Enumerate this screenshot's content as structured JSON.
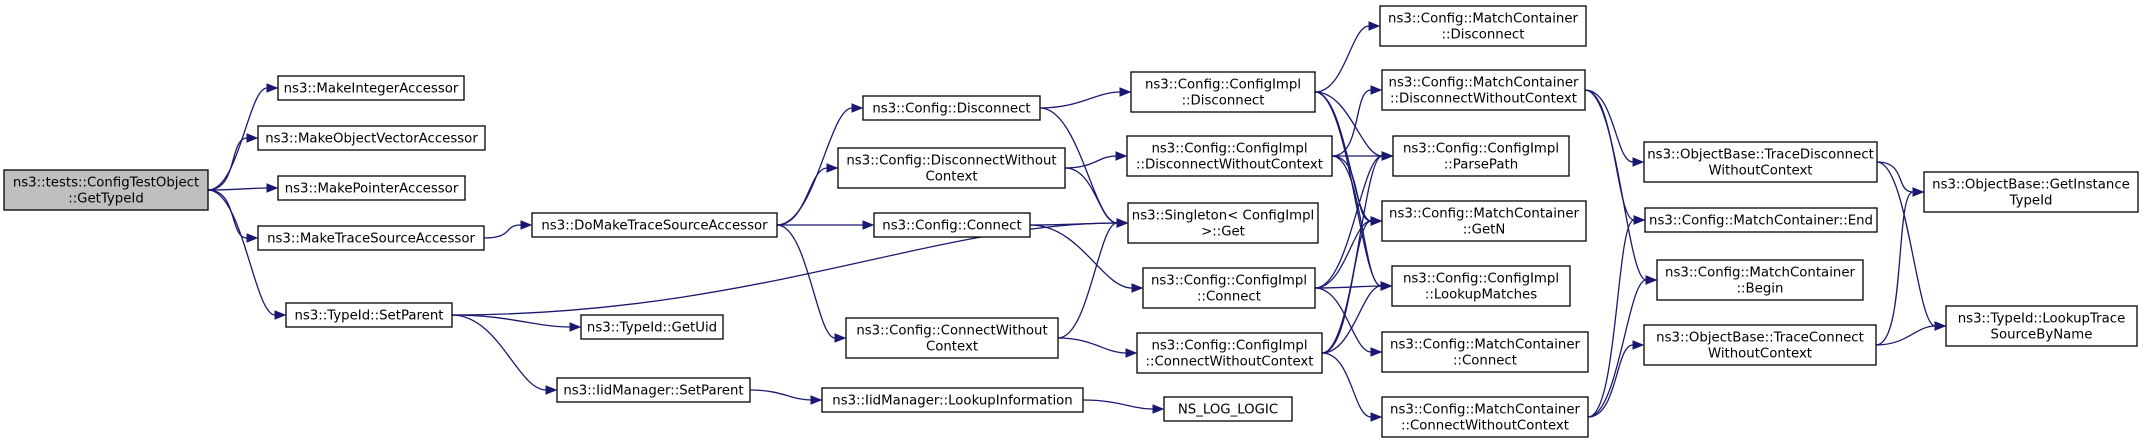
{
  "graph": {
    "edge_color": "#191970",
    "root_fill": "#bfbfbf",
    "nodes": [
      {
        "id": "root",
        "lines": [
          "ns3::tests::ConfigTestObject",
          "::GetTypeId"
        ],
        "root": true
      },
      {
        "id": "makeInt",
        "lines": [
          "ns3::MakeIntegerAccessor"
        ]
      },
      {
        "id": "makeObjVec",
        "lines": [
          "ns3::MakeObjectVectorAccessor"
        ]
      },
      {
        "id": "makePtr",
        "lines": [
          "ns3::MakePointerAccessor"
        ]
      },
      {
        "id": "makeTrace",
        "lines": [
          "ns3::MakeTraceSourceAccessor"
        ]
      },
      {
        "id": "tidSetParent",
        "lines": [
          "ns3::TypeId::SetParent"
        ]
      },
      {
        "id": "doMake",
        "lines": [
          "ns3::DoMakeTraceSourceAccessor"
        ]
      },
      {
        "id": "getUid",
        "lines": [
          "ns3::TypeId::GetUid"
        ]
      },
      {
        "id": "iidSetParent",
        "lines": [
          "ns3::IidManager::SetParent"
        ]
      },
      {
        "id": "cfgDisconnect",
        "lines": [
          "ns3::Config::Disconnect"
        ]
      },
      {
        "id": "cfgDisconnectWC",
        "lines": [
          "ns3::Config::DisconnectWithout",
          "Context"
        ]
      },
      {
        "id": "cfgConnect",
        "lines": [
          "ns3::Config::Connect"
        ]
      },
      {
        "id": "cfgConnectWC",
        "lines": [
          "ns3::Config::ConnectWithout",
          "Context"
        ]
      },
      {
        "id": "lookupInfo",
        "lines": [
          "ns3::IidManager::LookupInformation"
        ]
      },
      {
        "id": "implDisconnect",
        "lines": [
          "ns3::Config::ConfigImpl",
          "::Disconnect"
        ]
      },
      {
        "id": "implDisconnectWC",
        "lines": [
          "ns3::Config::ConfigImpl",
          "::DisconnectWithoutContext"
        ]
      },
      {
        "id": "singletonGet",
        "lines": [
          "ns3::Singleton< ConfigImpl",
          " >::Get"
        ]
      },
      {
        "id": "implConnect",
        "lines": [
          "ns3::Config::ConfigImpl",
          "::Connect"
        ]
      },
      {
        "id": "implConnectWC",
        "lines": [
          "ns3::Config::ConfigImpl",
          "::ConnectWithoutContext"
        ]
      },
      {
        "id": "nsLogLogic",
        "lines": [
          "NS_LOG_LOGIC"
        ]
      },
      {
        "id": "mcDisconnect",
        "lines": [
          "ns3::Config::MatchContainer",
          "::Disconnect"
        ]
      },
      {
        "id": "mcDisconnectWC",
        "lines": [
          "ns3::Config::MatchContainer",
          "::DisconnectWithoutContext"
        ]
      },
      {
        "id": "parsePath",
        "lines": [
          "ns3::Config::ConfigImpl",
          "::ParsePath"
        ]
      },
      {
        "id": "mcGetN",
        "lines": [
          "ns3::Config::MatchContainer",
          "::GetN"
        ]
      },
      {
        "id": "lookupMatches",
        "lines": [
          "ns3::Config::ConfigImpl",
          "::LookupMatches"
        ]
      },
      {
        "id": "mcConnect",
        "lines": [
          "ns3::Config::MatchContainer",
          "::Connect"
        ]
      },
      {
        "id": "mcConnectWC",
        "lines": [
          "ns3::Config::MatchContainer",
          "::ConnectWithoutContext"
        ]
      },
      {
        "id": "obTraceDisconnectWC",
        "lines": [
          "ns3::ObjectBase::TraceDisconnect",
          "WithoutContext"
        ]
      },
      {
        "id": "mcEnd",
        "lines": [
          "ns3::Config::MatchContainer::End"
        ]
      },
      {
        "id": "mcBegin",
        "lines": [
          "ns3::Config::MatchContainer",
          "::Begin"
        ]
      },
      {
        "id": "obTraceConnectWC",
        "lines": [
          "ns3::ObjectBase::TraceConnect",
          "WithoutContext"
        ]
      },
      {
        "id": "obGetInstanceTypeId",
        "lines": [
          "ns3::ObjectBase::GetInstance",
          "TypeId"
        ]
      },
      {
        "id": "tidLookupTrace",
        "lines": [
          "ns3::TypeId::LookupTrace",
          "SourceByName"
        ]
      }
    ],
    "edges": [
      [
        "root",
        "makeInt"
      ],
      [
        "root",
        "makeObjVec"
      ],
      [
        "root",
        "makePtr"
      ],
      [
        "root",
        "makeTrace"
      ],
      [
        "root",
        "tidSetParent"
      ],
      [
        "makeTrace",
        "doMake"
      ],
      [
        "tidSetParent",
        "getUid"
      ],
      [
        "tidSetParent",
        "iidSetParent"
      ],
      [
        "tidSetParent",
        "singletonGet"
      ],
      [
        "doMake",
        "cfgDisconnect"
      ],
      [
        "doMake",
        "cfgDisconnectWC"
      ],
      [
        "doMake",
        "cfgConnect"
      ],
      [
        "doMake",
        "cfgConnectWC"
      ],
      [
        "iidSetParent",
        "lookupInfo"
      ],
      [
        "cfgDisconnect",
        "implDisconnect"
      ],
      [
        "cfgDisconnect",
        "singletonGet"
      ],
      [
        "cfgDisconnectWC",
        "implDisconnectWC"
      ],
      [
        "cfgDisconnectWC",
        "singletonGet"
      ],
      [
        "cfgConnect",
        "singletonGet"
      ],
      [
        "cfgConnect",
        "implConnect"
      ],
      [
        "cfgConnectWC",
        "singletonGet"
      ],
      [
        "cfgConnectWC",
        "implConnectWC"
      ],
      [
        "lookupInfo",
        "nsLogLogic"
      ],
      [
        "implDisconnect",
        "mcDisconnect"
      ],
      [
        "implDisconnect",
        "parsePath"
      ],
      [
        "implDisconnect",
        "mcGetN"
      ],
      [
        "implDisconnect",
        "lookupMatches"
      ],
      [
        "implDisconnectWC",
        "mcDisconnectWC"
      ],
      [
        "implDisconnectWC",
        "parsePath"
      ],
      [
        "implDisconnectWC",
        "mcGetN"
      ],
      [
        "implDisconnectWC",
        "lookupMatches"
      ],
      [
        "implConnect",
        "parsePath"
      ],
      [
        "implConnect",
        "mcGetN"
      ],
      [
        "implConnect",
        "lookupMatches"
      ],
      [
        "implConnect",
        "mcConnect"
      ],
      [
        "implConnectWC",
        "parsePath"
      ],
      [
        "implConnectWC",
        "mcGetN"
      ],
      [
        "implConnectWC",
        "lookupMatches"
      ],
      [
        "implConnectWC",
        "mcConnectWC"
      ],
      [
        "mcDisconnectWC",
        "obTraceDisconnectWC"
      ],
      [
        "mcDisconnectWC",
        "mcEnd"
      ],
      [
        "mcDisconnectWC",
        "mcBegin"
      ],
      [
        "mcConnectWC",
        "mcEnd"
      ],
      [
        "mcConnectWC",
        "mcBegin"
      ],
      [
        "mcConnectWC",
        "obTraceConnectWC"
      ],
      [
        "obTraceDisconnectWC",
        "obGetInstanceTypeId"
      ],
      [
        "obTraceDisconnectWC",
        "tidLookupTrace"
      ],
      [
        "obTraceConnectWC",
        "obGetInstanceTypeId"
      ],
      [
        "obTraceConnectWC",
        "tidLookupTrace"
      ]
    ]
  }
}
